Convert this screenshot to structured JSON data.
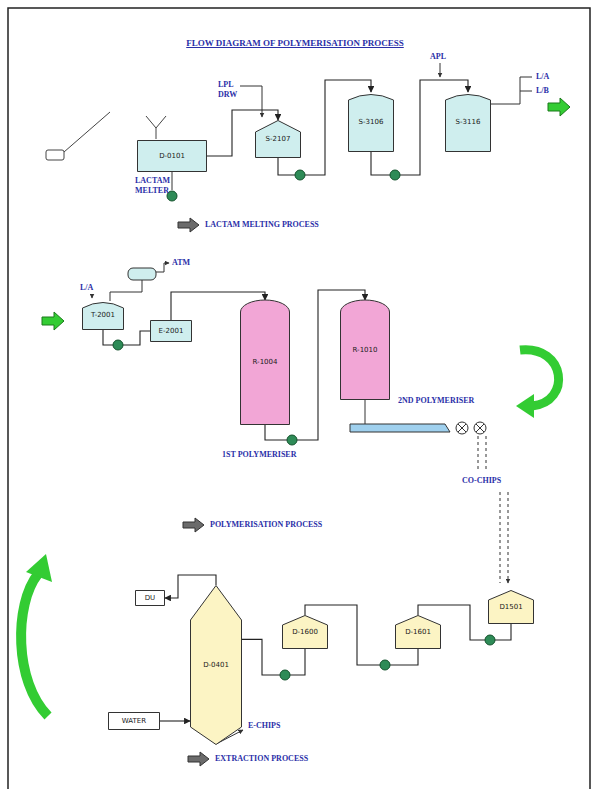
{
  "diagram": {
    "title": "FLOW DIAGRAM OF POLYMERISATION PROCESS",
    "nodes": [
      {
        "text": [
          "D-0101"
        ]
      },
      {
        "text": [
          "S-2107"
        ]
      },
      {
        "text": [
          "S-3106"
        ]
      },
      {
        "text": [
          "S-3116"
        ]
      },
      {
        "text": [
          "T-2001"
        ]
      },
      {
        "text": [
          "E-2001"
        ]
      },
      {
        "text": [
          "R-1004"
        ]
      },
      {
        "text": [
          "R-1010"
        ]
      },
      {
        "text": [
          "D1501"
        ]
      },
      {
        "text": [
          "D-1601"
        ]
      },
      {
        "text": [
          "D-1600"
        ]
      },
      {
        "text": [
          "D-0401"
        ]
      },
      {
        "text": [
          "DU"
        ]
      },
      {
        "text": [
          "WATER"
        ]
      }
    ],
    "edges": [
      {
        "from": 0,
        "to": 1,
        "arrow": "to"
      },
      {
        "from": 1,
        "to": 2,
        "arrow": "to"
      },
      {
        "from": 2,
        "to": 3,
        "arrow": "to"
      },
      {
        "from": 4,
        "to": 5,
        "arrow": "none"
      },
      {
        "from": 5,
        "to": 6,
        "arrow": "to"
      },
      {
        "from": 6,
        "to": 7,
        "arrow": "to"
      },
      {
        "from": 8,
        "to": 9,
        "arrow": "none"
      },
      {
        "from": 9,
        "to": 10,
        "arrow": "none"
      },
      {
        "from": 10,
        "to": 11,
        "arrow": "none"
      },
      {
        "from": 13,
        "to": 11,
        "arrow": "to"
      },
      {
        "from": 11,
        "to": 12,
        "arrow": "to"
      }
    ],
    "labels": [
      "LACTAM MELTER",
      "LPL",
      "DRW",
      "APL",
      "L/A",
      "L/B",
      "LACTAM MELTING PROCESS",
      "L/A",
      "ATM",
      "1ST POLYMERISER",
      "2ND POLYMERISER",
      "POLYMERISATION PROCESS",
      "CO-CHIPS",
      "E-CHIPS",
      "EXTRACTION PROCESS"
    ]
  }
}
